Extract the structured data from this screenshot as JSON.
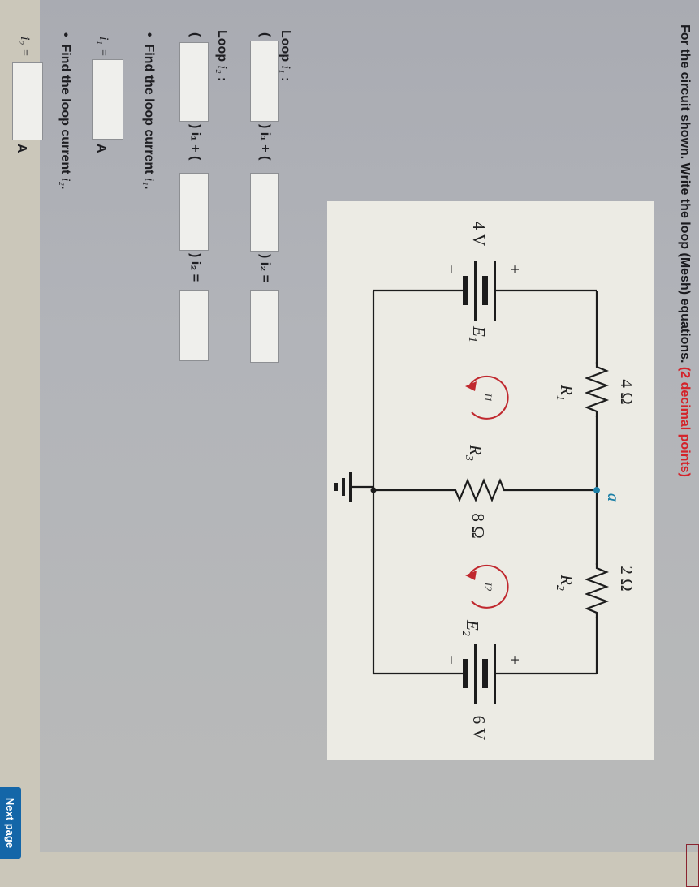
{
  "question": {
    "title": "For the circuit shown. Write the loop (Mesh) equations.",
    "note": "(2 decimal points)",
    "note_color": "#d4232a"
  },
  "circuit": {
    "E1": {
      "label": "E",
      "sub": "1",
      "value": "4 V",
      "plus": "+",
      "minus": "−"
    },
    "E2": {
      "label": "E",
      "sub": "2",
      "value": "6 V",
      "plus": "+",
      "minus": "−"
    },
    "R1": {
      "label": "R",
      "sub": "1",
      "value": "4 Ω"
    },
    "R2": {
      "label": "R",
      "sub": "2",
      "value": "2 Ω"
    },
    "R3": {
      "label": "R",
      "sub": "3",
      "value": "8 Ω"
    },
    "node": "a",
    "loop1": "I1",
    "loop2": "I2",
    "loop_color": "#c0282e",
    "node_color": "#1b7fa6"
  },
  "loop1": {
    "heading": "Loop ",
    "var": "i₁",
    "colon": " :",
    "open": "(",
    "mid": ") i₁ + (",
    "end": ") i₂ =",
    "inputs": [
      "",
      "",
      ""
    ]
  },
  "loop2": {
    "heading": "Loop ",
    "var": "i₂",
    "colon": " :",
    "open": "(",
    "mid": ") i₁ + (",
    "end": ") i₂ =",
    "inputs": [
      "",
      "",
      ""
    ]
  },
  "find1": {
    "bullet": "•",
    "text": "Find the loop current ",
    "var": "i₁",
    "dot": ".",
    "label": "i₁ =",
    "unit": "A",
    "value": ""
  },
  "find2": {
    "bullet": "•",
    "text": "Find the loop current ",
    "var": "i₂",
    "dot": ".",
    "label": "i₂ =",
    "unit": "A",
    "value": ""
  },
  "navigation": {
    "next": "Next page",
    "next_color": "#1466a8"
  }
}
